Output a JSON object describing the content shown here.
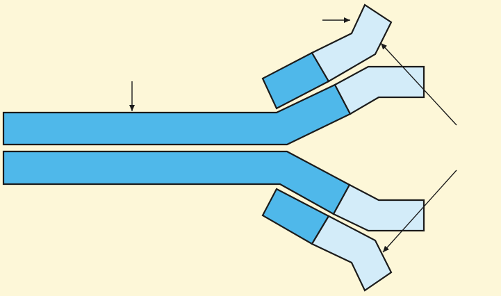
{
  "diagram": {
    "type": "antibody-structure",
    "labels": [],
    "colors": {
      "background": "#fdf7d8",
      "dark_region": "#4fb8ea",
      "light_region": "#d3ecf9",
      "outline": "#1b1b1b",
      "arrow": "#1b1b1b"
    },
    "parts": {
      "heavy_chain_top": "heavy-chain",
      "heavy_chain_bottom": "heavy-chain",
      "light_chain_top": "light-chain",
      "light_chain_bottom": "light-chain"
    },
    "arrows": 4
  }
}
